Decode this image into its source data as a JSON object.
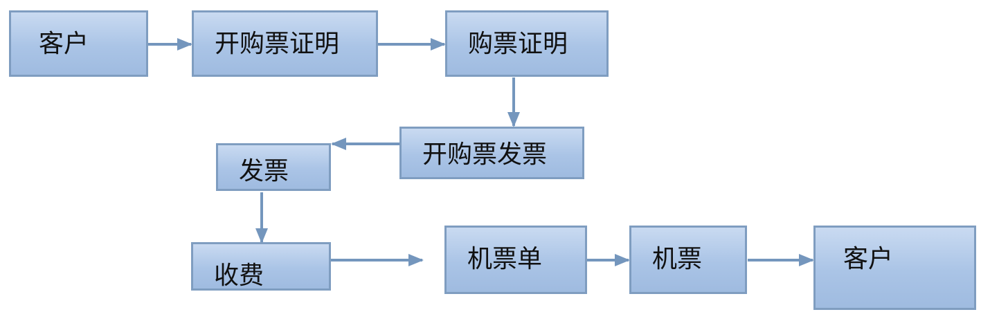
{
  "diagram": {
    "nodes": [
      {
        "id": "customer-start",
        "label": "客户"
      },
      {
        "id": "issue-purchase-certificate",
        "label": "开购票证明"
      },
      {
        "id": "purchase-certificate",
        "label": "购票证明"
      },
      {
        "id": "issue-purchase-invoice",
        "label": "开购票发票"
      },
      {
        "id": "invoice",
        "label": "发票"
      },
      {
        "id": "fee-collection",
        "label": "收费"
      },
      {
        "id": "ticket-order",
        "label": "机票单"
      },
      {
        "id": "ticket",
        "label": "机票"
      },
      {
        "id": "customer-end",
        "label": "客户"
      }
    ],
    "edges": [
      {
        "from": "customer-start",
        "to": "issue-purchase-certificate"
      },
      {
        "from": "issue-purchase-certificate",
        "to": "purchase-certificate"
      },
      {
        "from": "purchase-certificate",
        "to": "issue-purchase-invoice"
      },
      {
        "from": "issue-purchase-invoice",
        "to": "invoice"
      },
      {
        "from": "invoice",
        "to": "fee-collection"
      },
      {
        "from": "fee-collection",
        "to": "ticket-order"
      },
      {
        "from": "ticket-order",
        "to": "ticket"
      },
      {
        "from": "ticket",
        "to": "customer-end"
      }
    ],
    "colors": {
      "node_fill_top": "#c9daf1",
      "node_fill_bottom": "#9fbbe0",
      "node_border": "#7f9dc0",
      "edge": "#7496bd",
      "text": "#111111"
    }
  }
}
